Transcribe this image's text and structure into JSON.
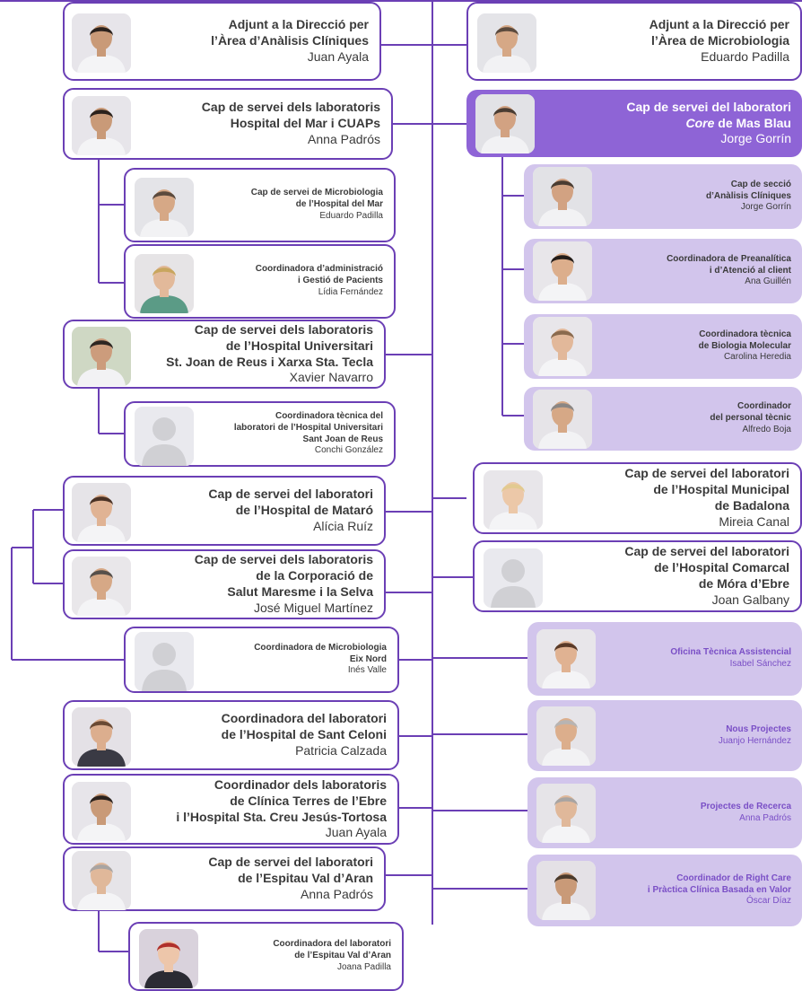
{
  "colors": {
    "accent": "#6b3fb5",
    "lavender": "#d2c5ec",
    "highlight": "#8e64d6",
    "text": "#3a3a3a"
  },
  "left": [
    {
      "title": [
        "Adjunt a la Direcció per",
        "l’Àrea d’Anàlisis Clíniques"
      ],
      "name": "Juan Ayala"
    },
    {
      "title": [
        "Cap de servei dels laboratoris",
        "Hospital del Mar i CUAPs"
      ],
      "name": "Anna Padrós"
    },
    {
      "title": [
        "Cap de servei de Microbiologia",
        "de l’Hospital del Mar"
      ],
      "name": "Eduardo Padilla"
    },
    {
      "title": [
        "Coordinadora d’administració",
        "i Gestió de Pacients"
      ],
      "name": "Lídia Fernández"
    },
    {
      "title": [
        "Cap de servei dels laboratoris",
        "de l’Hospital Universitari",
        "St. Joan de Reus i Xarxa Sta. Tecla"
      ],
      "name": "Xavier Navarro"
    },
    {
      "title": [
        "Coordinadora tècnica del",
        "laboratori de l’Hospital Universitari",
        "Sant Joan de Reus"
      ],
      "name": "Conchi González"
    },
    {
      "title": [
        "Cap de servei del laboratori",
        "de l’Hospital de Mataró"
      ],
      "name": "Alícia Ruíz"
    },
    {
      "title": [
        "Cap de servei dels laboratoris",
        "de la Corporació de",
        "Salut Maresme i la Selva"
      ],
      "name": "José Miguel Martínez"
    },
    {
      "title": [
        "Coordinadora de Microbiologia",
        "Eix Nord"
      ],
      "name": "Inés Valle"
    },
    {
      "title": [
        "Coordinadora del laboratori",
        "de l’Hospital de Sant Celoni"
      ],
      "name": "Patricia Calzada"
    },
    {
      "title": [
        "Coordinador dels laboratoris",
        "de Clínica Terres de l’Ebre",
        "i l’Hospital Sta. Creu Jesús-Tortosa"
      ],
      "name": "Juan Ayala"
    },
    {
      "title": [
        "Cap de servei del laboratori",
        "de l’Espitau Val d’Aran"
      ],
      "name": "Anna Padrós"
    },
    {
      "title": [
        "Coordinadora del laboratori",
        "de l’Espitau Val d’Aran"
      ],
      "name": "Joana Padilla"
    }
  ],
  "right": [
    {
      "title": [
        "Adjunt a la Direcció per",
        "l’Àrea de Microbiologia"
      ],
      "name": "Eduardo Padilla"
    },
    {
      "title": [
        "Cap de servei del laboratori",
        "Core de Mas Blau"
      ],
      "italic_word": "Core",
      "name": "Jorge Gorrín"
    },
    {
      "title": [
        "Cap de secció",
        "d’Anàlisis Clíniques"
      ],
      "name": "Jorge Gorrín"
    },
    {
      "title": [
        "Coordinadora de Preanalítica",
        "i d’Atenció al client"
      ],
      "name": "Ana Guillén"
    },
    {
      "title": [
        "Coordinadora tècnica",
        "de Biologia Molecular"
      ],
      "name": "Carolina Heredia"
    },
    {
      "title": [
        "Coordinador",
        "del personal tècnic"
      ],
      "name": "Alfredo Boja"
    },
    {
      "title": [
        "Cap de servei del laboratori",
        "de l’Hospital Municipal",
        "de Badalona"
      ],
      "name": "Mireia Canal"
    },
    {
      "title": [
        "Cap de servei del laboratori",
        "de l’Hospital Comarcal",
        "de Móra d’Ebre"
      ],
      "name": "Joan Galbany"
    },
    {
      "title": [
        "Oficina Tècnica Assistencial"
      ],
      "name": "Isabel Sánchez"
    },
    {
      "title": [
        "Nous Projectes"
      ],
      "name": "Juanjo Hernández"
    },
    {
      "title": [
        "Projectes de Recerca"
      ],
      "name": "Anna Padrós"
    },
    {
      "title": [
        "Coordinador de Right Care",
        "i Pràctica Clínica Basada en Valor"
      ],
      "name": "Óscar Díaz"
    }
  ]
}
